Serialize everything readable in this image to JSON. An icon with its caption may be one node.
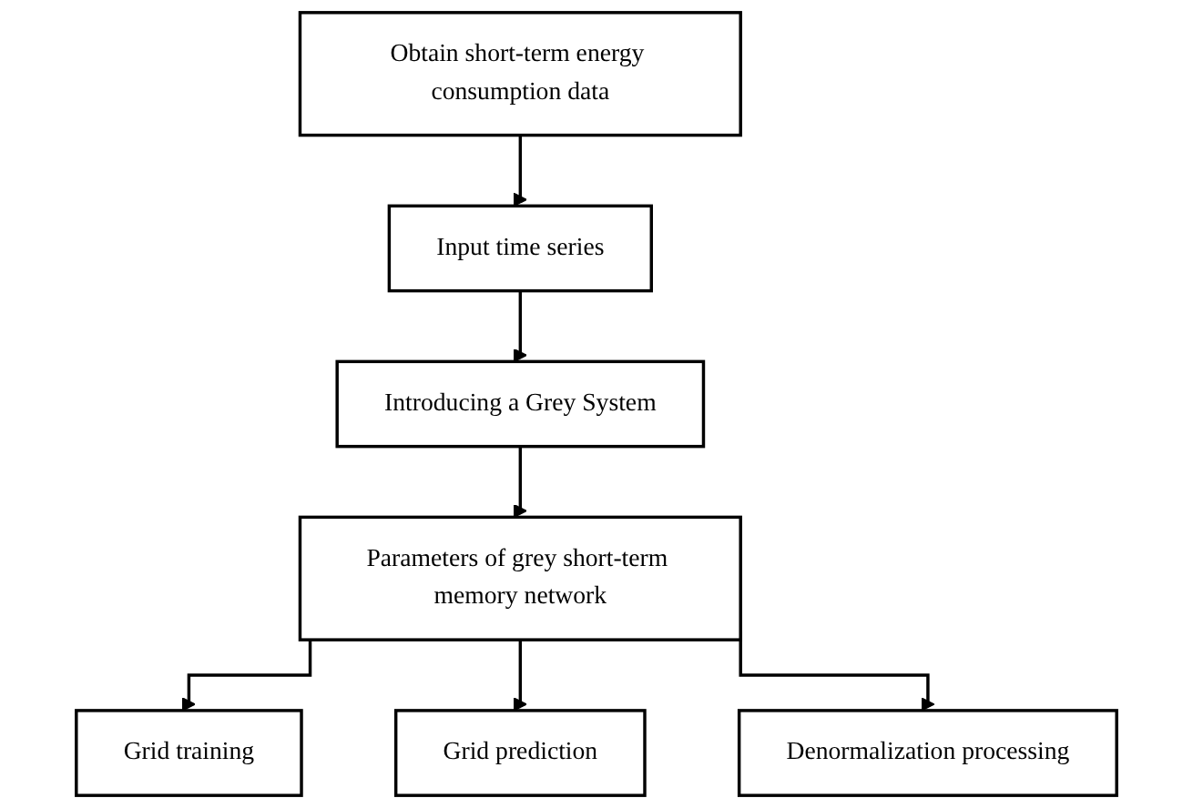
{
  "diagram": {
    "nodes": [
      {
        "text": [
          "Obtain short-term energy consumption data"
        ]
      },
      {
        "text": [
          "Input time series"
        ]
      },
      {
        "text": [
          "Introducing a Grey System"
        ]
      },
      {
        "text": [
          "Parameters of grey short-term memory network"
        ]
      },
      {
        "text": [
          "Grid training"
        ]
      },
      {
        "text": [
          "Grid prediction"
        ]
      },
      {
        "text": [
          "Denormalization processing"
        ]
      }
    ],
    "edges": [
      {
        "from": 0,
        "to": 1,
        "arrow": "to"
      },
      {
        "from": 1,
        "to": 2,
        "arrow": "to"
      },
      {
        "from": 2,
        "to": 3,
        "arrow": "to"
      },
      {
        "from": 3,
        "to": 4,
        "arrow": "to"
      },
      {
        "from": 3,
        "to": 5,
        "arrow": "to"
      },
      {
        "from": 3,
        "to": 6,
        "arrow": "to"
      }
    ]
  }
}
